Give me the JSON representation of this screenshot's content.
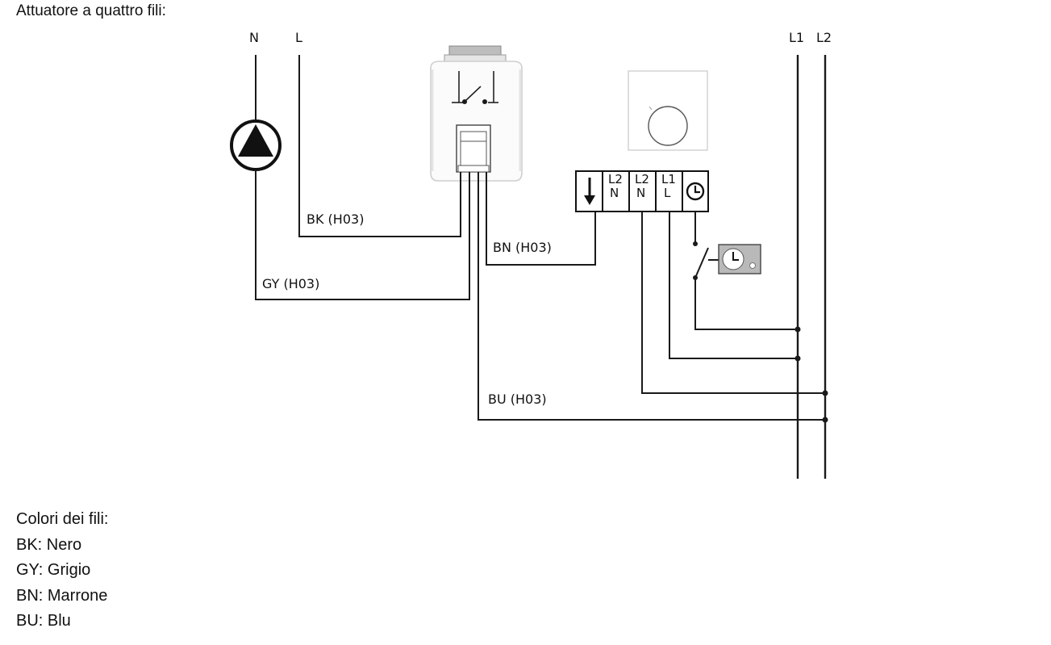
{
  "title": "Attuatore a quattro fili:",
  "supply_labels": {
    "n": "N",
    "l": "L"
  },
  "bus_labels": {
    "l1": "L1",
    "l2": "L2"
  },
  "wire_labels": {
    "bk": "BK (H03)",
    "gy": "GY (H03)",
    "bn": "BN (H03)",
    "bu": "BU (H03)"
  },
  "terminals": [
    {
      "top": "L2",
      "bottom": "N"
    },
    {
      "top": "L2",
      "bottom": "N"
    },
    {
      "top": "L1",
      "bottom": "L"
    }
  ],
  "legend": {
    "heading": "Colori dei fili:",
    "items": [
      "BK: Nero",
      "GY: Grigio",
      "BN: Marrone",
      "BU: Blu"
    ]
  }
}
